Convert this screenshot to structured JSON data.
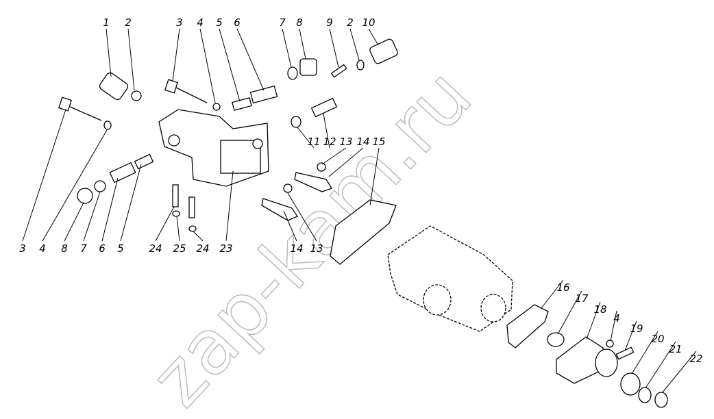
{
  "watermark": "zap-kam.ru",
  "callouts": [
    "1",
    "2",
    "3",
    "4",
    "5",
    "6",
    "7",
    "8",
    "9",
    "2",
    "10",
    "11",
    "12",
    "13",
    "14",
    "15",
    "3",
    "4",
    "8",
    "7",
    "6",
    "5",
    "24",
    "25",
    "24",
    "23",
    "14",
    "13",
    "16",
    "17",
    "18",
    "4",
    "19",
    "20",
    "21",
    "22"
  ]
}
